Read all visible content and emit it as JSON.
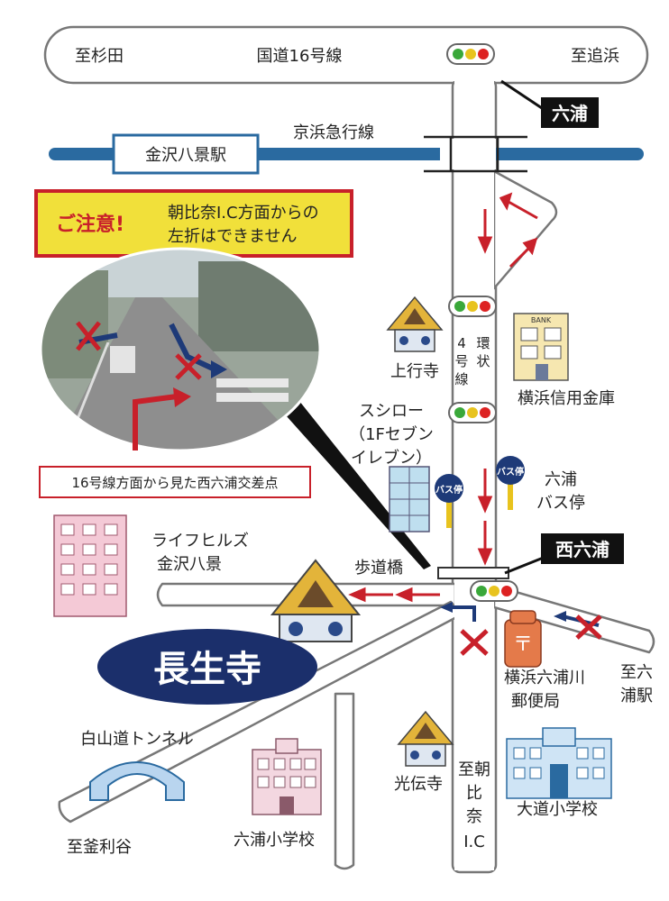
{
  "map": {
    "places": {
      "suginota": "至杉田",
      "route16": "国道16号線",
      "oppama": "至追浜",
      "mutsuura_sign": "六浦",
      "keikyu": "京浜急行線",
      "kanazawa_hakkei": "金沢八景駅",
      "ring4_a": "4",
      "ring4_b": "環",
      "ring4_c": "号",
      "ring4_d": "状",
      "ring4_e": "線",
      "jogyoji": "上行寺",
      "bank": "横浜信用金庫",
      "bank_sign": "BANK",
      "sushiro_1": "スシロー",
      "sushiro_2": "（1Fセブン",
      "sushiro_3": "イレブン）",
      "bus_stop_1": "六浦",
      "bus_stop_2": "バス停",
      "bus_sign_a": "バス停",
      "bus_sign_b": "バス停",
      "life_hills_1": "ライフヒルズ",
      "life_hills_2": "金沢八景",
      "footbridge": "歩道橋",
      "nishi_mutsuura": "西六浦",
      "chosei_ji": "長生寺",
      "post_office_1": "横浜六浦川",
      "post_office_2": "郵便局",
      "to_mutsuura_st_1": "至六",
      "to_mutsuura_st_2": "浦駅",
      "hakusan_tunnel": "白山道トンネル",
      "kotenji": "光伝寺",
      "asahina_1": "至朝",
      "asahina_2": "比",
      "asahina_3": "奈",
      "asahina_4": "I.C",
      "kamariya": "至釜利谷",
      "mutsuura_school": "六浦小学校",
      "daido_school": "大道小学校"
    },
    "notice": {
      "title": "ご注意!",
      "line1": "朝比奈I.C方面からの",
      "line2": "左折はできません"
    },
    "photo_caption": "16号線方面から見た西六浦交差点",
    "colors": {
      "road_outline": "#777777",
      "rail_blue": "#2a6aa0",
      "temple_navy": "#1b2f6b",
      "arrow_red": "#c8202a",
      "arrow_navy": "#1e3a78",
      "notice_yellow": "#f1e03a",
      "notice_red": "#c8202a"
    }
  }
}
